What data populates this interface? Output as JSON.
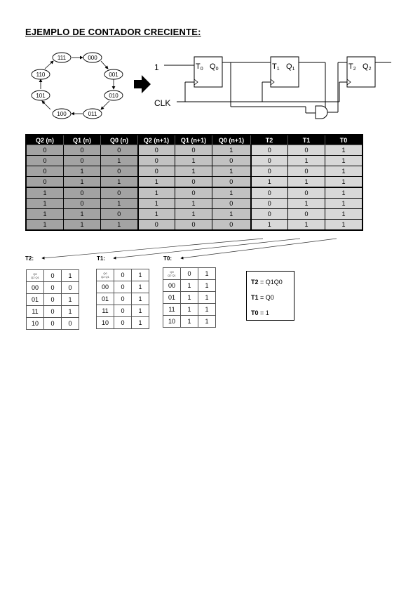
{
  "title": "EJEMPLO DE CONTADOR CRECIENTE:",
  "states": [
    "111",
    "000",
    "001",
    "010",
    "011",
    "100",
    "101",
    "110"
  ],
  "circuit": {
    "input_one": "1",
    "clk": "CLK",
    "ff0": {
      "t": "T",
      "t_sub": "0",
      "q": "Q",
      "q_sub": "0"
    },
    "ff1": {
      "t": "T",
      "t_sub": "1",
      "q": "Q",
      "q_sub": "1"
    },
    "ff2": {
      "t": "T",
      "t_sub": "2",
      "q": "Q",
      "q_sub": "2"
    }
  },
  "truth_table": {
    "headers": [
      "Q2 (n)",
      "Q1 (n)",
      "Q0 (n)",
      "Q2 (n+1)",
      "Q1 (n+1)",
      "Q0 (n+1)",
      "T2",
      "T1",
      "T0"
    ],
    "rows": [
      [
        "0",
        "0",
        "0",
        "0",
        "0",
        "1",
        "0",
        "0",
        "1"
      ],
      [
        "0",
        "0",
        "1",
        "0",
        "1",
        "0",
        "0",
        "1",
        "1"
      ],
      [
        "0",
        "1",
        "0",
        "0",
        "1",
        "1",
        "0",
        "0",
        "1"
      ],
      [
        "0",
        "1",
        "1",
        "1",
        "0",
        "0",
        "1",
        "1",
        "1"
      ],
      [
        "1",
        "0",
        "0",
        "1",
        "0",
        "1",
        "0",
        "0",
        "1"
      ],
      [
        "1",
        "0",
        "1",
        "1",
        "1",
        "0",
        "0",
        "1",
        "1"
      ],
      [
        "1",
        "1",
        "0",
        "1",
        "1",
        "1",
        "0",
        "0",
        "1"
      ],
      [
        "1",
        "1",
        "1",
        "0",
        "0",
        "0",
        "1",
        "1",
        "1"
      ]
    ]
  },
  "kmaps": [
    {
      "label": "T2:",
      "corner_top": "Q0",
      "corner_bottom": "Q2 Q1",
      "cols": [
        "0",
        "1"
      ],
      "rows": [
        [
          "00",
          "0",
          "0"
        ],
        [
          "01",
          "0",
          "1"
        ],
        [
          "11",
          "0",
          "1"
        ],
        [
          "10",
          "0",
          "0"
        ]
      ]
    },
    {
      "label": "T1:",
      "corner_top": "Q0",
      "corner_bottom": "Q2 Q1",
      "cols": [
        "0",
        "1"
      ],
      "rows": [
        [
          "00",
          "0",
          "1"
        ],
        [
          "01",
          "0",
          "1"
        ],
        [
          "11",
          "0",
          "1"
        ],
        [
          "10",
          "0",
          "1"
        ]
      ]
    },
    {
      "label": "T0:",
      "corner_top": "Q0",
      "corner_bottom": "Q2 Q1",
      "cols": [
        "0",
        "1"
      ],
      "rows": [
        [
          "00",
          "1",
          "1"
        ],
        [
          "01",
          "1",
          "1"
        ],
        [
          "11",
          "1",
          "1"
        ],
        [
          "10",
          "1",
          "1"
        ]
      ]
    }
  ],
  "equations": [
    {
      "lhs": "T2",
      "rhs": " = Q1Q0"
    },
    {
      "lhs": "T1",
      "rhs": " = Q0"
    },
    {
      "lhs": "T0",
      "rhs": " = 1"
    }
  ]
}
